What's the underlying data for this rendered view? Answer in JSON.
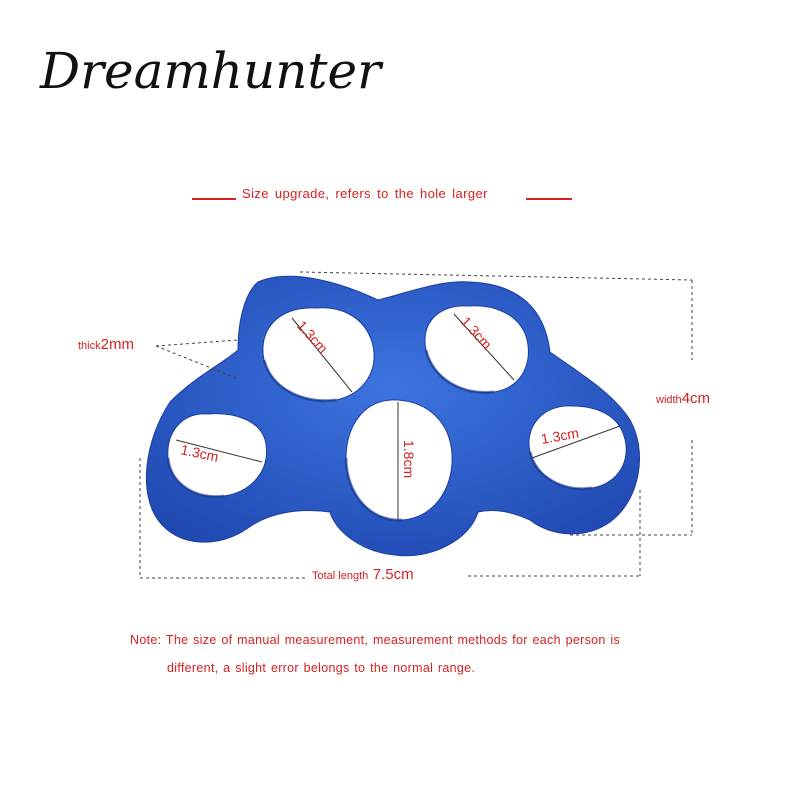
{
  "brand": {
    "logo_text": "Dreamhunter"
  },
  "headline": {
    "text": "Size upgrade, refers to the hole larger"
  },
  "labels": {
    "thick_prefix": "thick",
    "thick_value": "2mm",
    "width_prefix": "width",
    "width_value": "4cm",
    "total_prefix": "Total length",
    "total_value": "7.5cm",
    "hole_top_left": "1.3cm",
    "hole_top_right": "1.3cm",
    "hole_left": "1.3cm",
    "hole_right": "1.3cm",
    "hole_center": "1.8cm"
  },
  "note": {
    "line1": "Note: The size of manual measurement, measurement methods for each person is",
    "line2": "different, a slight error belongs to the normal range."
  },
  "colors": {
    "accent": "#d81f1f",
    "product": "#2f5fcf"
  }
}
